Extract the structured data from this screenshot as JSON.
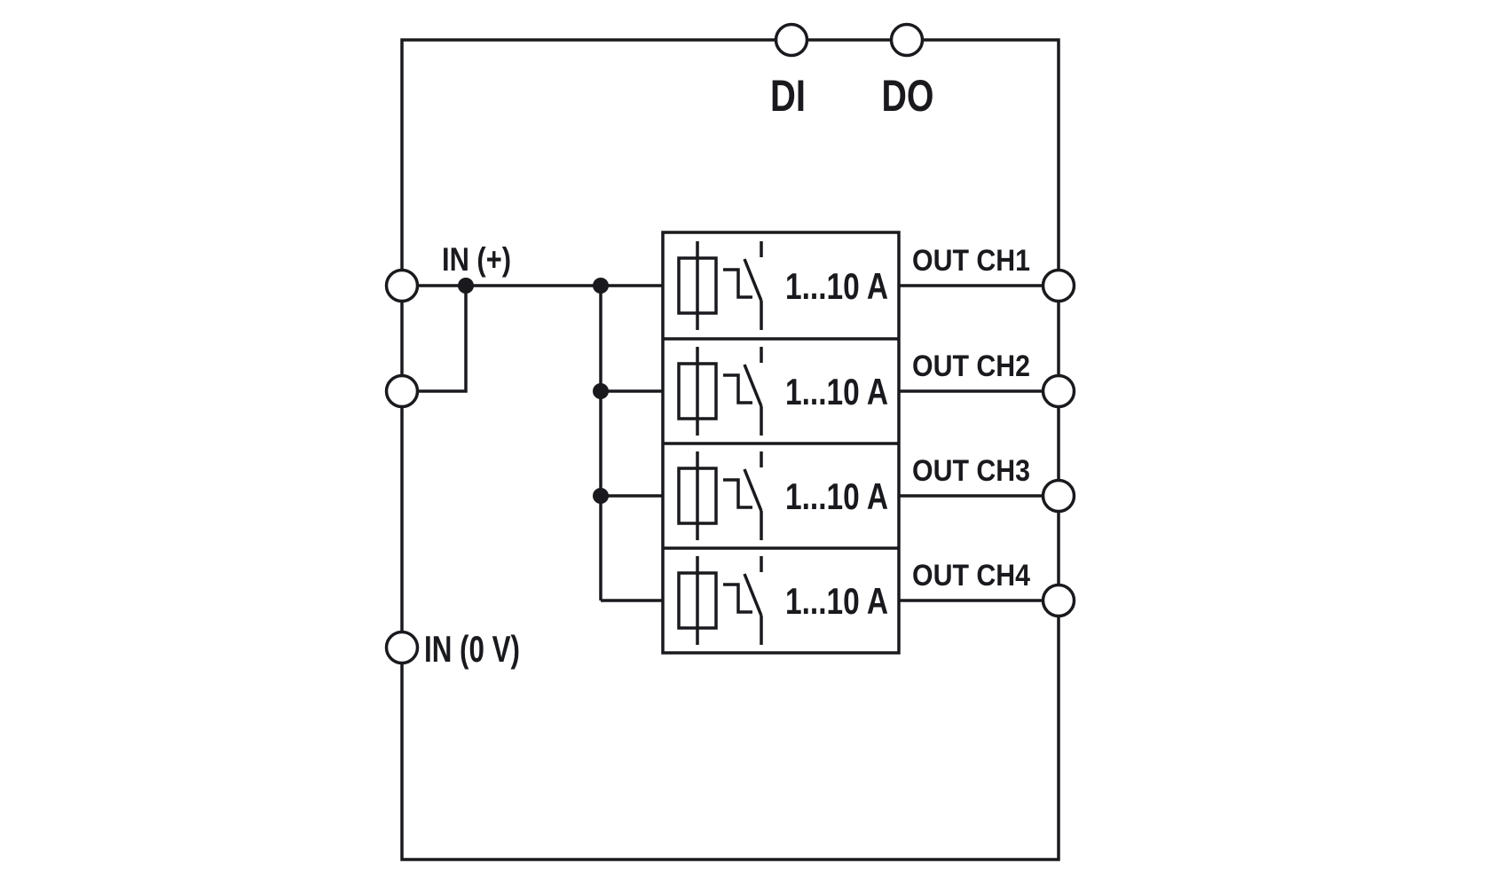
{
  "diagram": {
    "kind": "wiring-schematic",
    "colors": {
      "line": "#1a1a1e",
      "background": "#ffffff"
    },
    "top_terminals": [
      {
        "label": "DI"
      },
      {
        "label": "DO"
      }
    ],
    "inputs": {
      "plus_label": "IN (+)",
      "zero_label": "IN (0 V)"
    },
    "channels": [
      {
        "rating": "1...10 A",
        "output_label": "OUT CH1"
      },
      {
        "rating": "1...10 A",
        "output_label": "OUT CH2"
      },
      {
        "rating": "1...10 A",
        "output_label": "OUT CH3"
      },
      {
        "rating": "1...10 A",
        "output_label": "OUT CH4"
      }
    ]
  }
}
